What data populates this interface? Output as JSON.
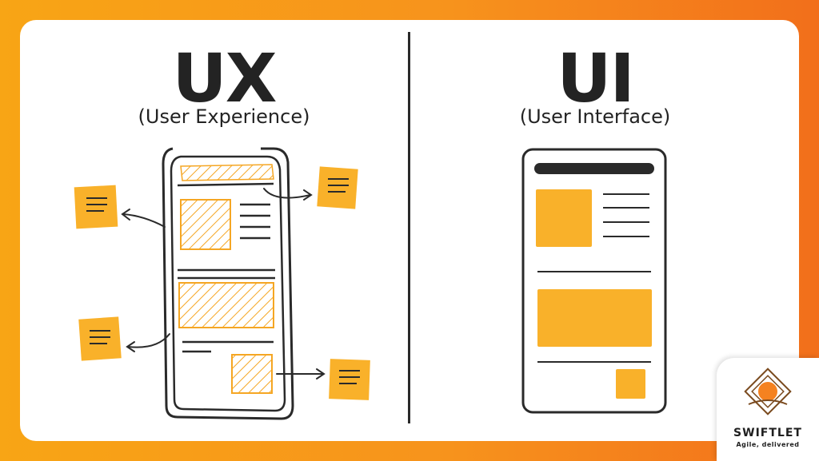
{
  "ux": {
    "title": "UX",
    "subtitle": "(User Experience)"
  },
  "ui": {
    "title": "UI",
    "subtitle": "(User Interface)"
  },
  "brand": {
    "name": "SWIFTLET",
    "tagline": "Agile, delivered"
  },
  "colors": {
    "accent": "#f9b12a",
    "ink": "#232323",
    "background_start": "#f8a515",
    "background_end": "#f26f1b"
  },
  "icons": [
    "sticky-note-icon",
    "arrow-icon",
    "swiftlet-logo-icon"
  ]
}
